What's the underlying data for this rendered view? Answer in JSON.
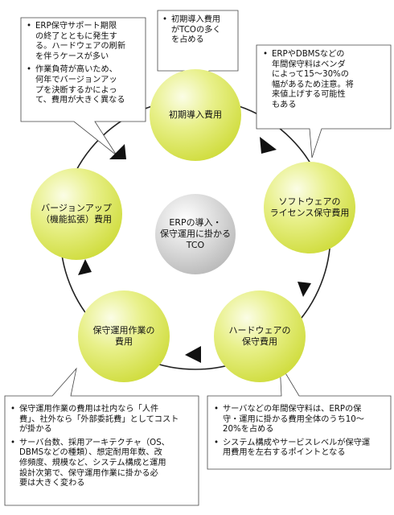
{
  "center": {
    "lines": [
      "ERPの導入・",
      "保守運用に掛かる",
      "TCO"
    ]
  },
  "nodes": [
    {
      "id": "initial",
      "lines": [
        "初期導入費用"
      ]
    },
    {
      "id": "license",
      "lines": [
        "ソフトウェアの",
        "ライセンス保守費用"
      ]
    },
    {
      "id": "hardware",
      "lines": [
        "ハードウェアの",
        "保守費用"
      ]
    },
    {
      "id": "operation",
      "lines": [
        "保守運用作業の",
        "費用"
      ]
    },
    {
      "id": "upgrade",
      "lines": [
        "バージョンアップ",
        "（機能拡張）費用"
      ]
    }
  ],
  "callouts": {
    "upgrade": [
      [
        "ERP保守サポート期限",
        "の終了とともに発生す",
        "る。ハードウェアの刷新",
        "を伴うケースが多い"
      ],
      [
        "作業負荷が高いため、",
        "何年でバージョンアッ",
        "プを決断するかによっ",
        "て、費用が大きく異なる"
      ]
    ],
    "initial": [
      [
        "初期導入費用",
        "がTCOの多く",
        "を占める"
      ]
    ],
    "license": [
      [
        "ERPやDBMSなどの",
        "年間保守料はベンダ",
        "によって15～30%の",
        "幅があるため注意。将",
        "来値上げする可能性",
        "もある"
      ]
    ],
    "operation": [
      [
        "保守運用作業の費用は社内なら「人件",
        "費」、社外なら「外部委託費」としてコスト",
        "が掛かる"
      ],
      [
        "サーバ台数、採用アーキテクチャ（OS、",
        "DBMSなどの種類）、想定耐用年数、改",
        "修頻度、規模など、システム構成と運用",
        "設計次第で、保守運用作業に掛かる必",
        "要は大きく変わる"
      ]
    ],
    "hardware": [
      [
        "サーバなどの年間保守料は、ERPの保",
        "守・運用に掛かる費用全体のうち10～",
        "20%を占める"
      ],
      [
        "システム構成やサービスレベルが保守運",
        "用費用を左右するポイントとなる"
      ]
    ]
  },
  "colors": {
    "node_fill": "#d8e44a",
    "node_highlight": "#fbfde6",
    "center_fill": "#c9c9c9",
    "center_highlight": "#ffffff",
    "line": "#222222"
  }
}
